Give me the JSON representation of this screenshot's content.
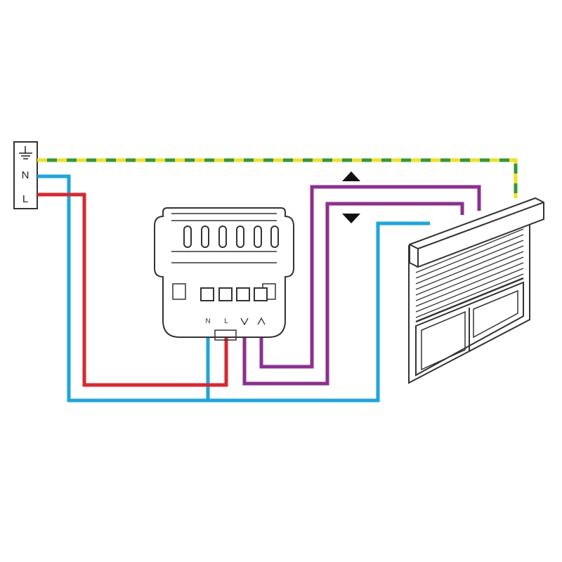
{
  "supply": {
    "labels": {
      "neutral": "N",
      "line": "L"
    },
    "earth_symbol": "earth-ground-icon"
  },
  "switch": {
    "terminal_labels": [
      "N",
      "L",
      "",
      ""
    ],
    "terminal_icons": [
      "",
      "",
      "arrow-down-icon",
      "arrow-up-icon"
    ]
  },
  "direction_icons": {
    "up": "triangle-up-icon",
    "down": "triangle-down-icon"
  },
  "colors": {
    "earth_green": "#2e9a3c",
    "earth_yellow": "#f2e21d",
    "neutral_blue": "#1aa7e0",
    "line_red": "#e0242b",
    "motor_purple": "#8e2d92",
    "outline": "#333333"
  }
}
